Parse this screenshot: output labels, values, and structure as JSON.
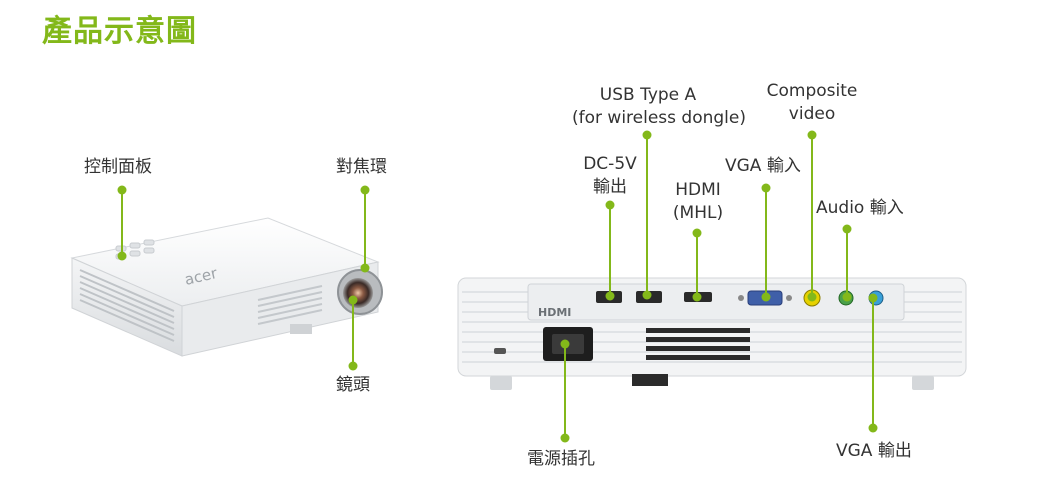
{
  "title": "產品示意圖",
  "colors": {
    "accent": "#83b81a",
    "title": "#83b81a",
    "text": "#333333"
  },
  "callouts": {
    "control_panel": "控制面板",
    "focus_ring": "對焦環",
    "lens": "鏡頭",
    "usb_type_a": "USB Type A",
    "usb_note": "(for wireless dongle)",
    "composite_line1": "Composite",
    "composite_line2": "video",
    "dc_5v_line1": "DC-5V",
    "dc_5v_line2": "輸出",
    "vga_in": "VGA 輸入",
    "hdmi_line1": "HDMI",
    "hdmi_line2": "(MHL)",
    "audio_in": "Audio 輸入",
    "power_socket": "電源插孔",
    "vga_out": "VGA 輸出"
  },
  "device_markings": {
    "brand": "acer",
    "hdmi_logo": "HDMI"
  }
}
